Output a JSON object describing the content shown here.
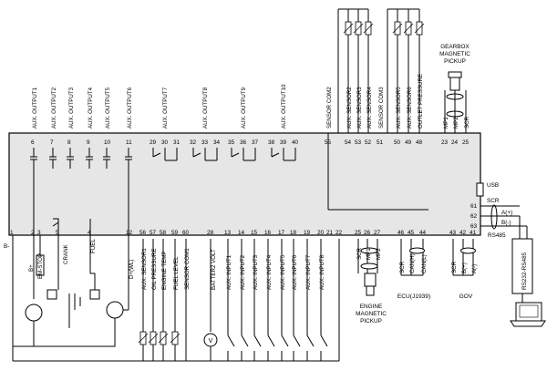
{
  "colors": {
    "module": "#e6e6e6",
    "line": "#000000",
    "background": "#ffffff"
  },
  "top_outputs": [
    {
      "label": "AUX. OUTPUT1",
      "terminal": "6"
    },
    {
      "label": "AUX. OUTPUT2",
      "terminal": "7"
    },
    {
      "label": "AUX. OUTPUT3",
      "terminal": "8"
    },
    {
      "label": "AUX. OUTPUT4",
      "terminal": "9"
    },
    {
      "label": "AUX. OUTPUT5",
      "terminal": "10"
    },
    {
      "label": "AUX. OUTPUT6",
      "terminal": "11"
    }
  ],
  "relay_outputs": [
    {
      "label": "AUX. OUTPUT7",
      "terminals": [
        "29",
        "30",
        "31"
      ]
    },
    {
      "label": "AUX. OUTPUT8",
      "terminals": [
        "32",
        "33",
        "34"
      ]
    },
    {
      "label": "AUX. OUTPUT9",
      "terminals": [
        "35",
        "36",
        "37"
      ]
    },
    {
      "label": "AUX. OUTPUT10",
      "terminals": [
        "38",
        "39",
        "40"
      ]
    }
  ],
  "sensors_top": [
    {
      "label": "SENSOR COM2",
      "terminal": "55"
    },
    {
      "label": "AUX. SENSOR2",
      "terminal": "54"
    },
    {
      "label": "AUX. SENSOR3",
      "terminal": "53"
    },
    {
      "label": "AUX. SENSOR4",
      "terminal": "52"
    },
    {
      "label": "SENSOR COM3",
      "terminal": "51"
    },
    {
      "label": "AUX. SENSOR5",
      "terminal": "50"
    },
    {
      "label": "AUX. SENSOR6",
      "terminal": "49"
    },
    {
      "label": "OUTLET PRESSURE",
      "terminal": "48"
    }
  ],
  "gearbox": {
    "title_lines": [
      "GEARBOX",
      "MAGNETIC",
      "PICKUP"
    ],
    "pins": [
      {
        "label": "MP1",
        "terminal": "23"
      },
      {
        "label": "MP2",
        "terminal": "24"
      },
      {
        "label": "SCR",
        "terminal": "25"
      }
    ]
  },
  "usb": {
    "label": "USB",
    "scr": "SCR",
    "pins": [
      {
        "terminal": "61",
        "label": ""
      },
      {
        "terminal": "62",
        "label": "A(+)"
      },
      {
        "terminal": "63",
        "label": "B(-)"
      }
    ],
    "bus": "RS485",
    "converter": "RS232-RS485"
  },
  "bottom_left": [
    {
      "terminal": "1",
      "label": "B-"
    },
    {
      "terminal": "2",
      "label": "B+"
    },
    {
      "terminal": "3",
      "label": "EM-STOP"
    },
    {
      "terminal": "5",
      "label": "CRANK"
    },
    {
      "terminal": "4",
      "label": "FUEL"
    },
    {
      "terminal": "12",
      "label": "D+(WL)"
    }
  ],
  "sensors_bottom": [
    {
      "terminal": "56",
      "label": "AUX. SENSOR1"
    },
    {
      "terminal": "57",
      "label": "OIL PRESSURE"
    },
    {
      "terminal": "58",
      "label": "ENGINE TEMP"
    },
    {
      "terminal": "59",
      "label": "FUEL LEVEL"
    },
    {
      "terminal": "60",
      "label": "SENSOR COM1"
    }
  ],
  "battery2": {
    "terminal": "28",
    "label": "BATTER2 VOLT",
    "meter": "V"
  },
  "inputs": [
    {
      "terminal": "13",
      "label": "AUX. INPUT1"
    },
    {
      "terminal": "14",
      "label": "AUX. INPUT2"
    },
    {
      "terminal": "15",
      "label": "AUX. INPUT3"
    },
    {
      "terminal": "16",
      "label": "AUX. INPUT4"
    },
    {
      "terminal": "17",
      "label": "AUX. INPUT5"
    },
    {
      "terminal": "18",
      "label": "AUX. INPUT6"
    },
    {
      "terminal": "19",
      "label": "AUX. INPUT7"
    },
    {
      "terminal": "20",
      "label": "AUX. INPUT8"
    },
    {
      "terminal": "21",
      "label": ""
    },
    {
      "terminal": "22",
      "label": ""
    }
  ],
  "engine_pickup": {
    "pins": [
      {
        "terminal": "25",
        "label": "SCR"
      },
      {
        "terminal": "26",
        "label": "MP1"
      },
      {
        "terminal": "27",
        "label": "MP2"
      }
    ],
    "title_lines": [
      "ENGINE",
      "MAGNETIC",
      "PICKUP"
    ]
  },
  "ecu": {
    "pins": [
      {
        "terminal": "46",
        "label": "SCR"
      },
      {
        "terminal": "45",
        "label": "CAN(H)"
      },
      {
        "terminal": "44",
        "label": "CAN(L)"
      }
    ],
    "name": "ECU(J1939)"
  },
  "gov": {
    "pins": [
      {
        "terminal": "43",
        "label": "SCR"
      },
      {
        "terminal": "42",
        "label": "B(+)"
      },
      {
        "terminal": "41",
        "label": "A(-)"
      }
    ],
    "name": "GOV"
  }
}
